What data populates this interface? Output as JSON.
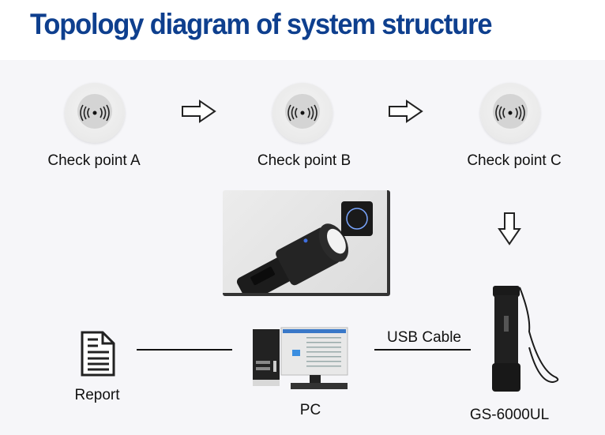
{
  "title": "Topology diagram of system structure",
  "colors": {
    "title": "#0e3f8e",
    "background": "#f6f6f9",
    "header_background": "#ffffff"
  },
  "checkpoints": [
    {
      "label": "Check point A",
      "icon": "nfc-tag-icon"
    },
    {
      "label": "Check point B",
      "icon": "nfc-tag-icon"
    },
    {
      "label": "Check point C",
      "icon": "nfc-tag-icon"
    }
  ],
  "arrows": [
    "arrow-right-icon",
    "arrow-right-icon",
    "arrow-down-icon"
  ],
  "photo": {
    "description": "reader scanning checkpoint",
    "icon": "flashlight-reader-photo"
  },
  "bottom_row": {
    "report": {
      "label": "Report",
      "icon": "document-icon"
    },
    "pc": {
      "label": "PC",
      "icon": "desktop-computer-icon"
    },
    "connection": {
      "label": "USB Cable"
    },
    "device": {
      "label": "GS-6000UL",
      "icon": "patrol-reader-device-icon"
    }
  }
}
